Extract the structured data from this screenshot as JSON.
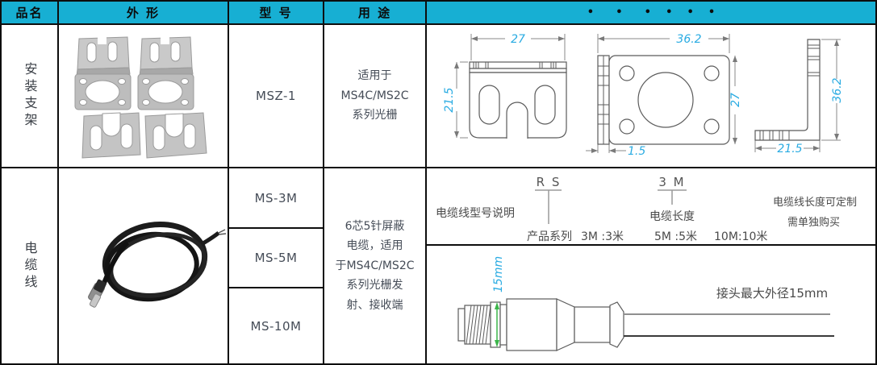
{
  "palette": {
    "header_bg": "#17afd3",
    "dimension_text": "#29abe2",
    "arrow_green": "#3cb54a",
    "border_black": "#0d0d0d",
    "body_text": "#454c57"
  },
  "header": {
    "col_name": "品名",
    "col_shape": "外 形",
    "col_model": "型 号",
    "col_usage": "用 途",
    "col_dots": "•      •      •    •    •    •"
  },
  "bracket_row": {
    "name": "安装支架",
    "model": "MSZ-1",
    "usage": "适用于\nMS4C/MS2C\n系列光栅",
    "dims": {
      "front_width": "27",
      "front_height": "21.5",
      "plate_width": "36.2",
      "plate_height": "27",
      "plate_thickness": "1.5",
      "side_height": "36.2",
      "side_width": "21.5"
    }
  },
  "cable_row": {
    "name": "电缆线",
    "models": [
      "MS-3M",
      "MS-5M",
      "MS-10M"
    ],
    "usage": "6芯5针屏蔽\n电缆，适用\n于MS4C/MS2C\n系列光栅发\n射、接收端",
    "legend": {
      "title": "电缆线型号说明",
      "series_code": "R S",
      "series_label": "产品系列",
      "length_code": "3 M",
      "length_label": "电缆长度",
      "options": [
        "3M :3米",
        "5M :5米",
        "10M:10米"
      ],
      "note1": "电缆线长度可定制",
      "note2": "需单独购买"
    },
    "connector": {
      "dim": "15mm",
      "note": "接头最大外径15mm"
    }
  }
}
